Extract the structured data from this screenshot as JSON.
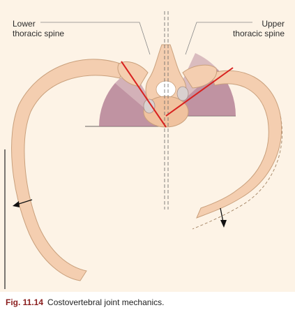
{
  "labels": {
    "left": "Lower\nthoracic spine",
    "right": "Upper\nthoracic spine"
  },
  "caption": {
    "figure_number": "Fig. 11.14",
    "text": "Costovertebral joint mechanics."
  },
  "colors": {
    "panel_background": "#fdf3e6",
    "bone": "#f4ceb0",
    "bone_outline": "#c9a07c",
    "sector_fill": "#b07a91",
    "axis_line": "#d8211f",
    "figure_number": "#8a1e1e"
  }
}
